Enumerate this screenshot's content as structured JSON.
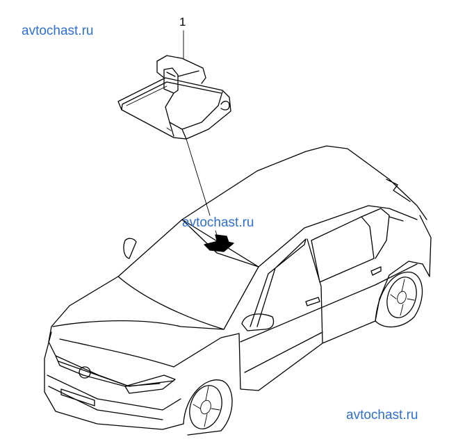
{
  "watermark": {
    "text": "avtochast.ru",
    "color": "#2e6fd0"
  },
  "callout": {
    "number": "1"
  },
  "parts": [
    {
      "id": "1",
      "icon": "sensor-module-icon"
    }
  ],
  "vehicle": {
    "icon": "hatchback-car-icon"
  }
}
